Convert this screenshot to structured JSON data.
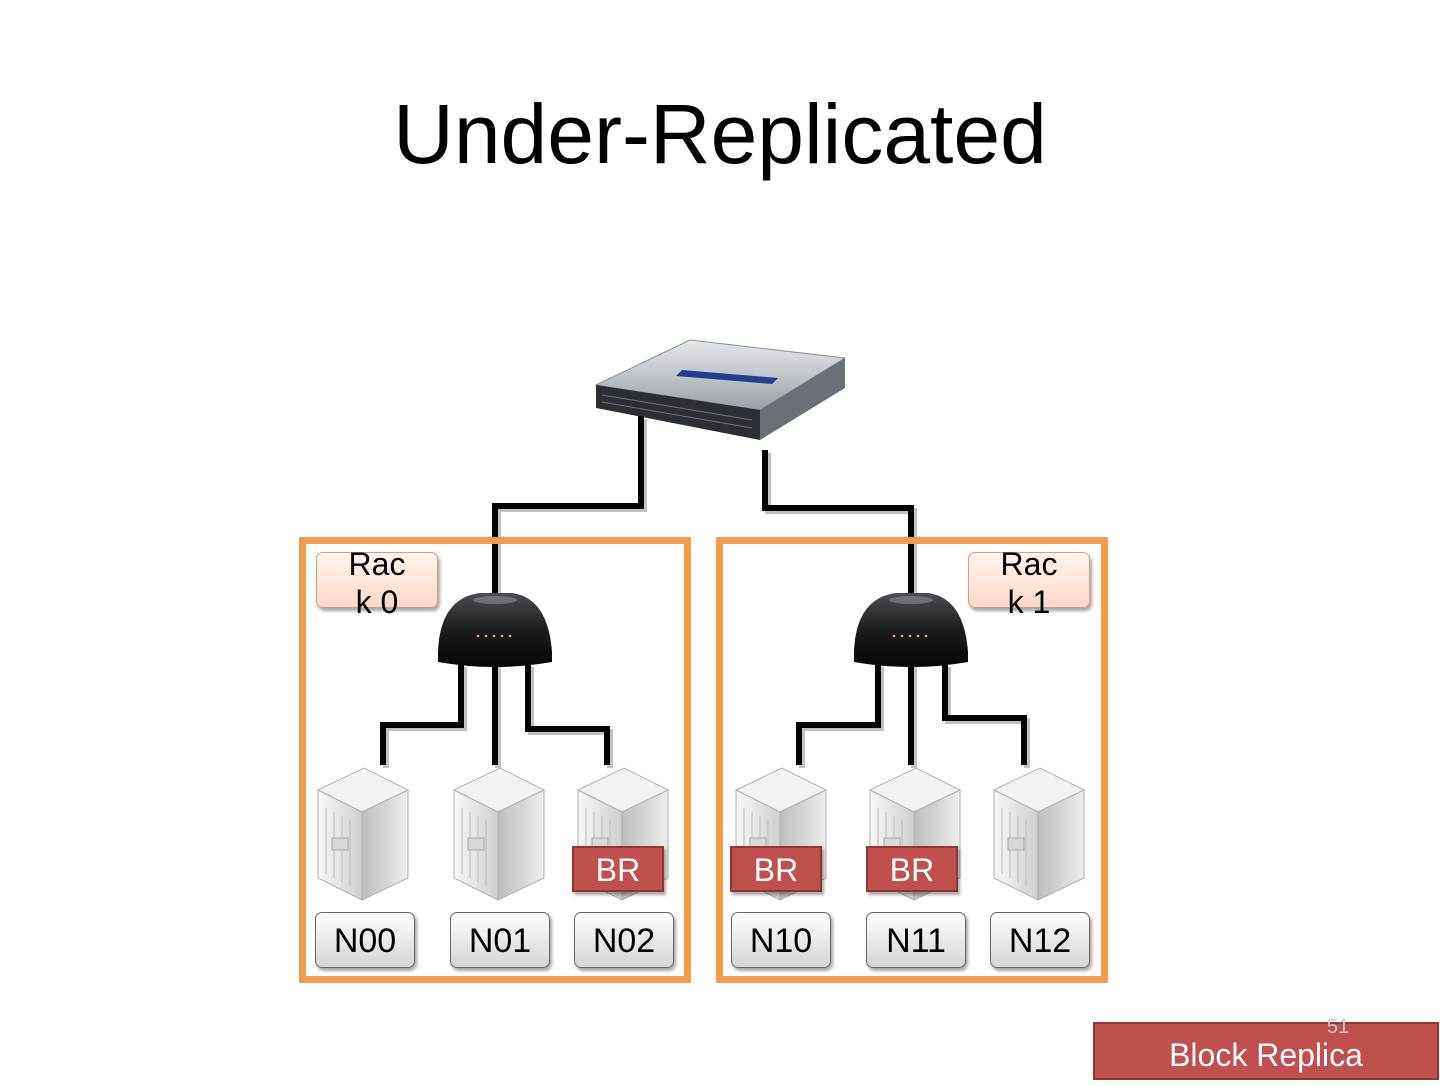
{
  "title": "Under-Replicated",
  "racks": [
    {
      "label": "Rack 0",
      "nodes": [
        {
          "name": "N00",
          "has_replica": false
        },
        {
          "name": "N01",
          "has_replica": false
        },
        {
          "name": "N02",
          "has_replica": true
        }
      ]
    },
    {
      "label": "Rack 1",
      "nodes": [
        {
          "name": "N10",
          "has_replica": true
        },
        {
          "name": "N11",
          "has_replica": true
        },
        {
          "name": "N12",
          "has_replica": false
        }
      ]
    }
  ],
  "replica_badge": "BR",
  "legend": "Block Replica",
  "page_number": "51",
  "colors": {
    "rack_border": "#f29b4c",
    "replica": "#c0504d",
    "cable": "#000000"
  },
  "icons": {
    "core": "network-switch-icon",
    "rack_switch": "router-icon",
    "node": "server-tower-icon"
  }
}
